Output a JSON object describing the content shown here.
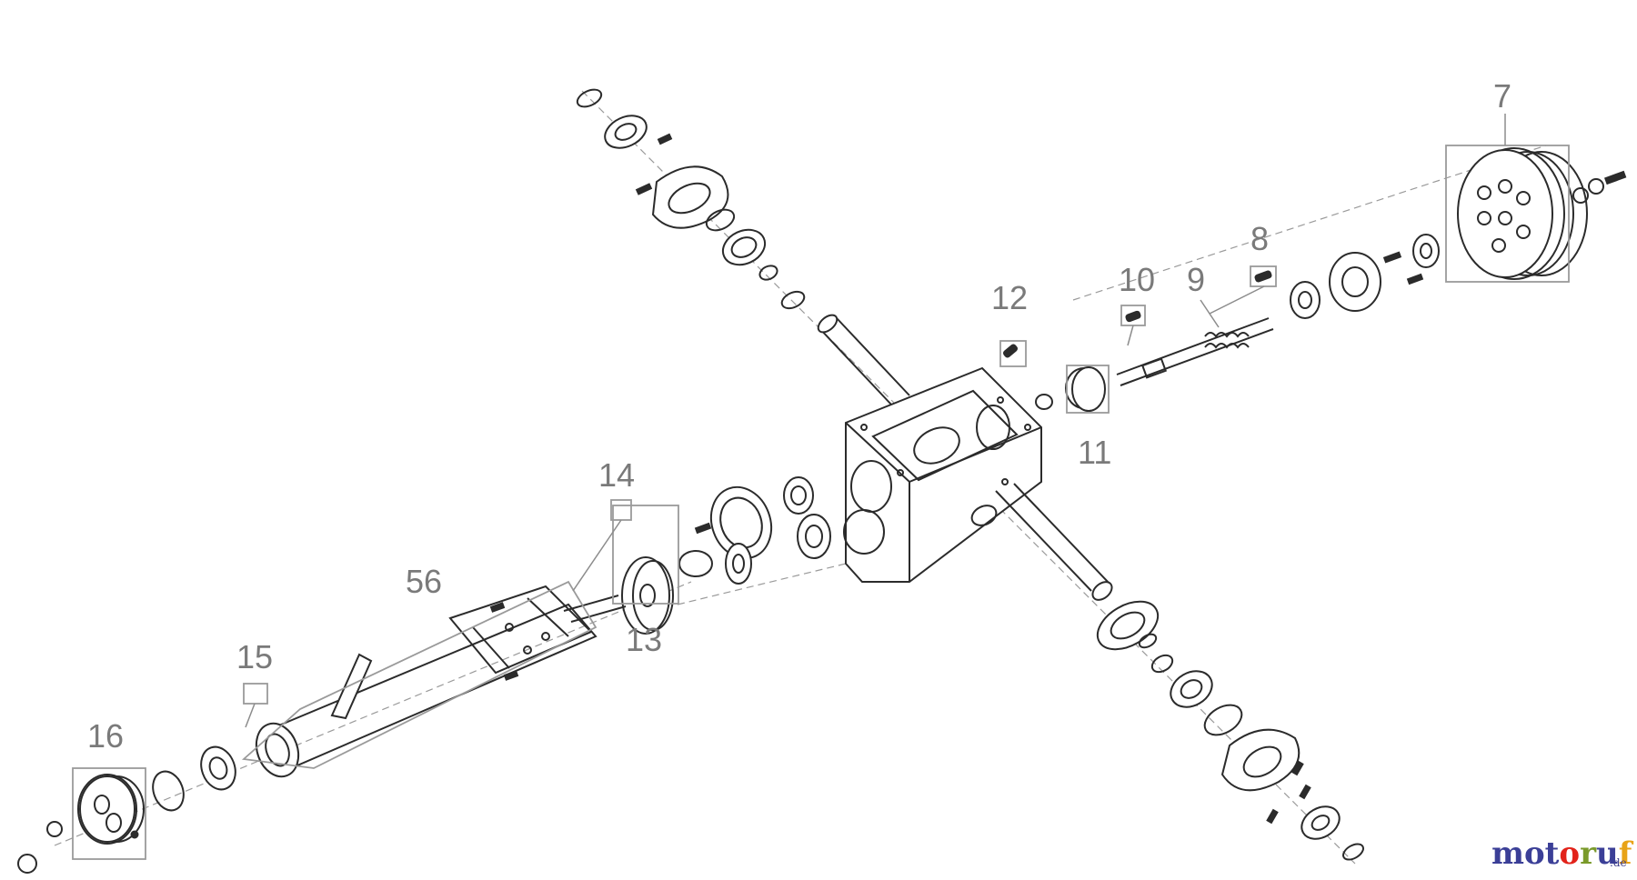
{
  "callouts": {
    "c7": "7",
    "c8": "8",
    "c9": "9",
    "c10": "10",
    "c11": "11",
    "c12": "12",
    "c13": "13",
    "c14": "14",
    "c15": "15",
    "c16": "16",
    "c56": "56"
  },
  "logo": {
    "brand": "motoruf",
    "suffix": ".de",
    "letter_colors": [
      "#3b3f97",
      "#3b3f97",
      "#3b3f97",
      "#e2231a",
      "#7a9a2a",
      "#3b3f97",
      "#e8a317"
    ]
  },
  "colors": {
    "line": "#2b2b2b",
    "callout": "#7a7a7a"
  }
}
